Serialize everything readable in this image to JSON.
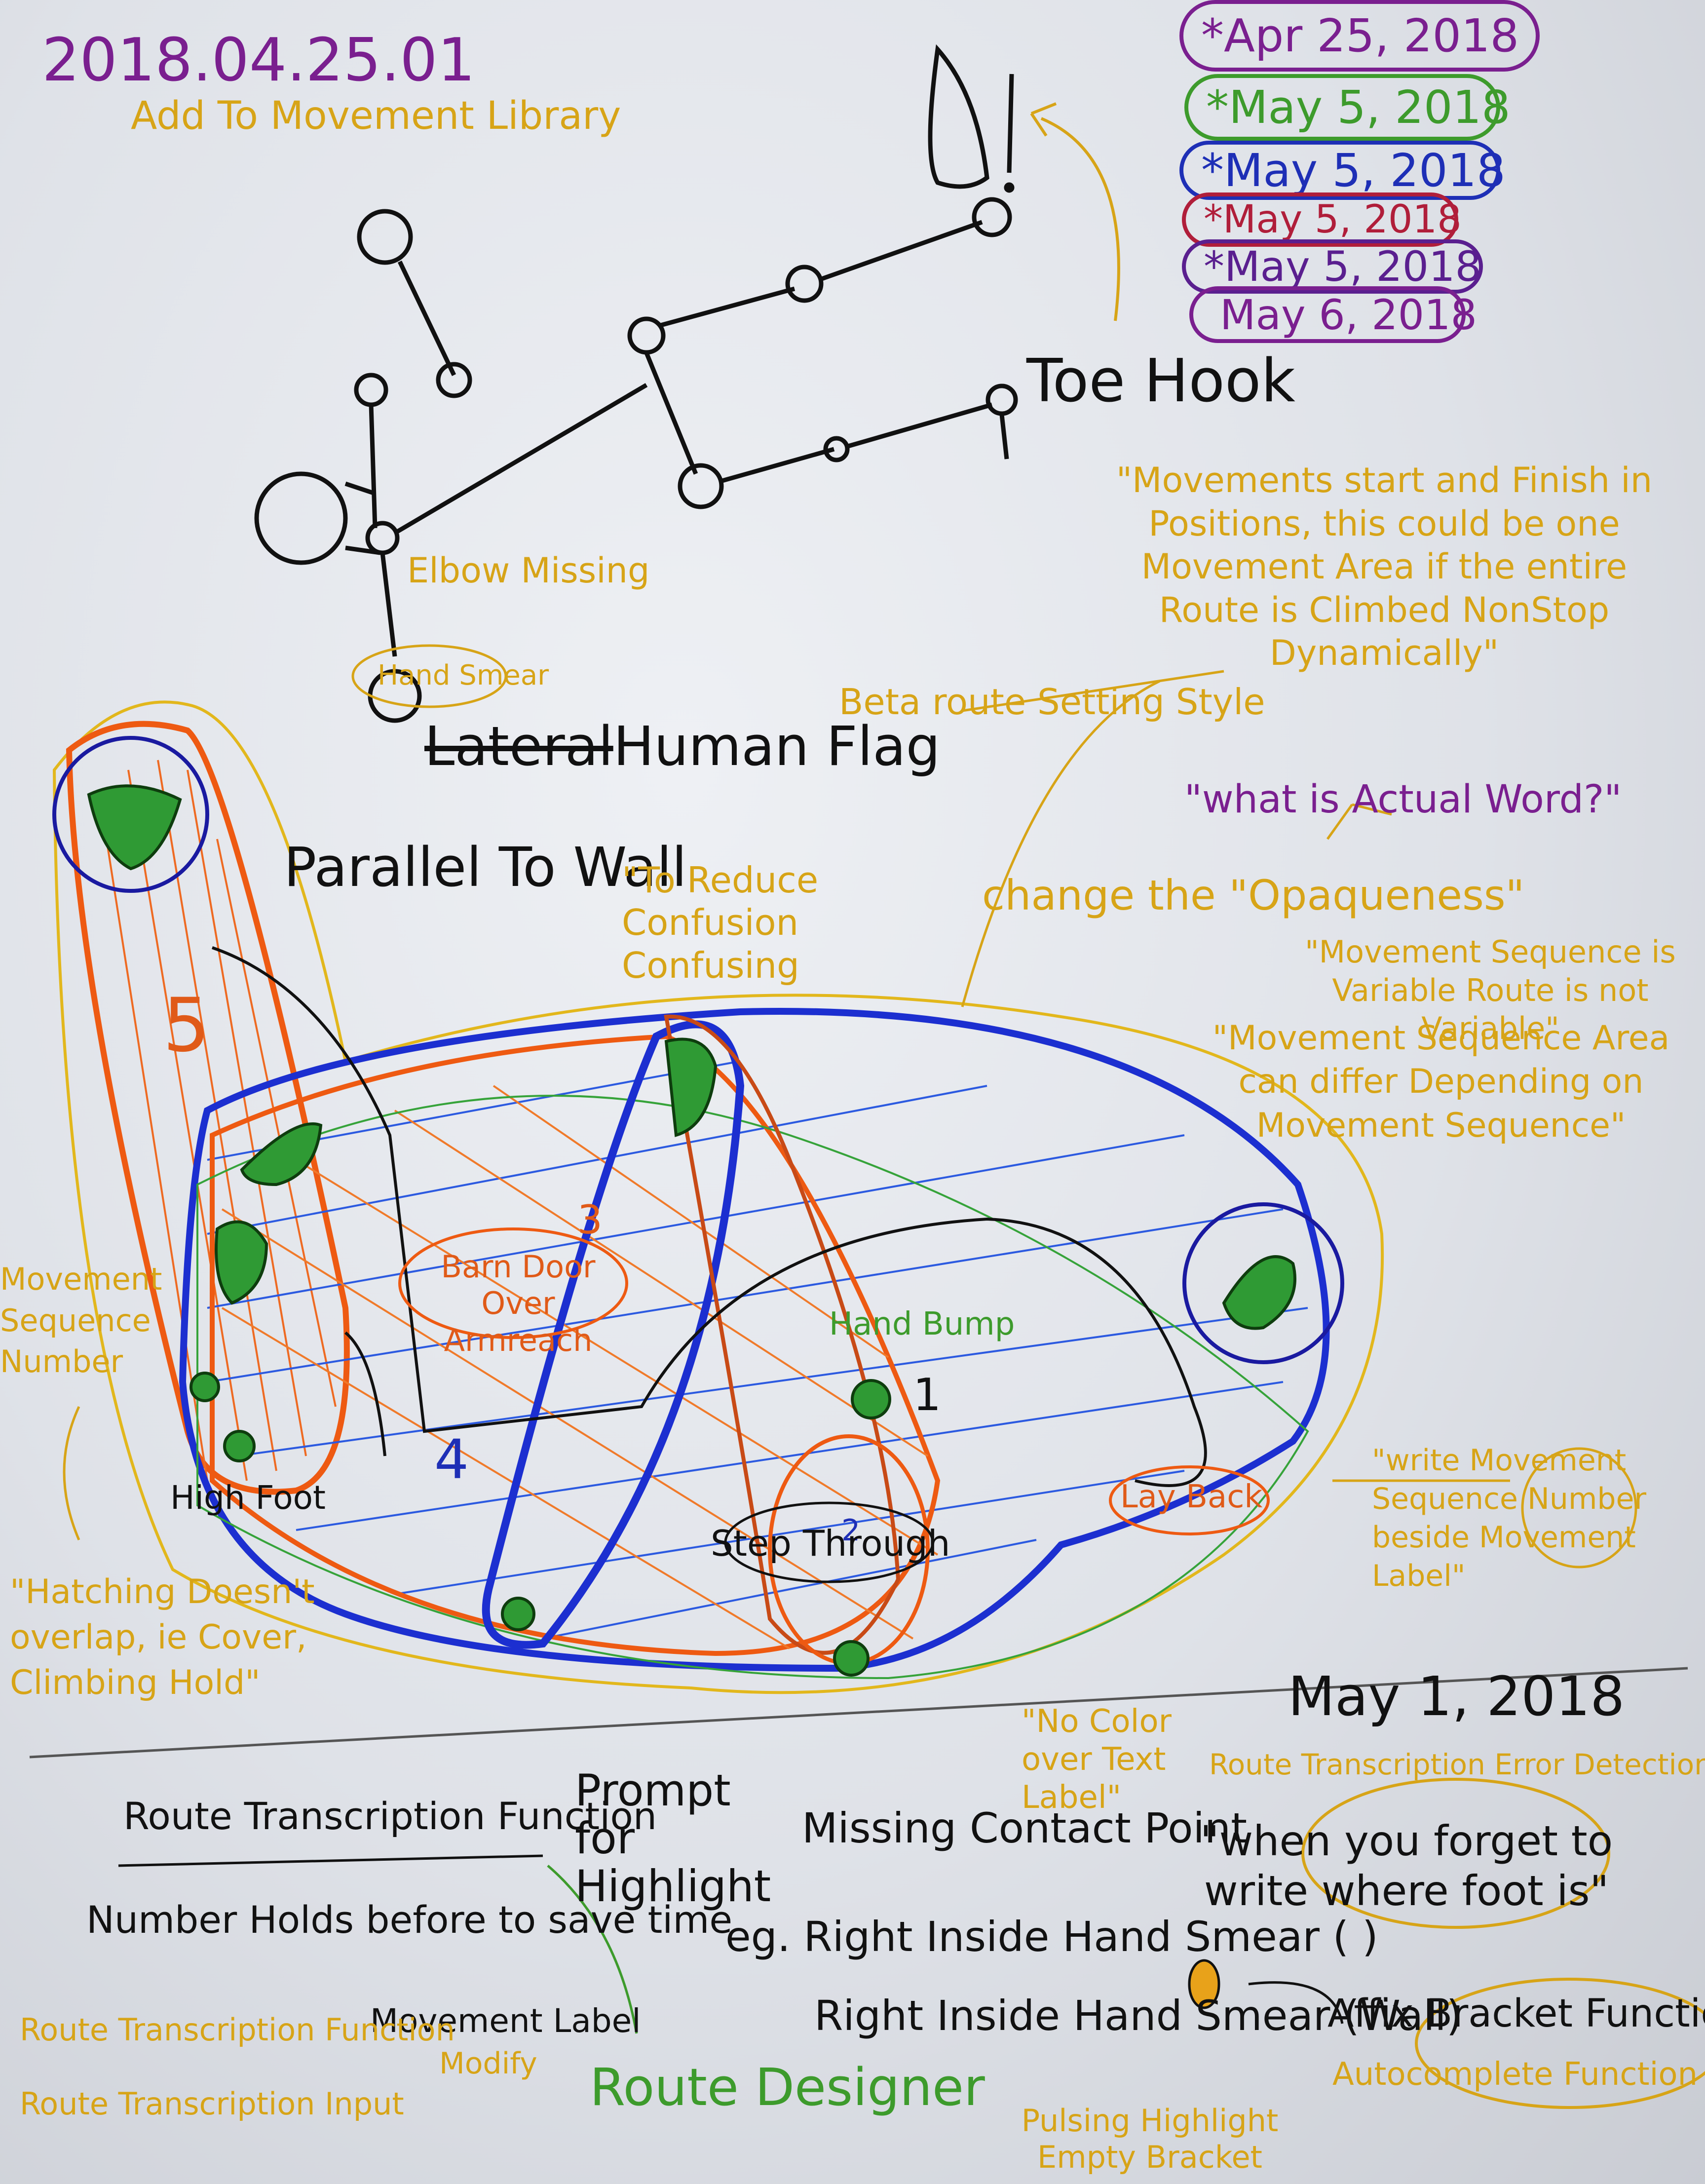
{
  "header": {
    "id": "2018.04.25.01",
    "subtitle": "Add To Movement Library"
  },
  "revision_dates": [
    {
      "text": "*Apr 25, 2018",
      "color": "#7a1f8f"
    },
    {
      "text": "*May 5, 2018",
      "color": "#3d9b2c"
    },
    {
      "text": "*May 5, 2018",
      "color": "#1e2fb6"
    },
    {
      "text": "*May 5, 2018",
      "color": "#b01e3a"
    },
    {
      "text": "*May 5, 2018",
      "color": "#5a1f8f"
    },
    {
      "text": "May 6, 2018",
      "color": "#7a1f8f"
    }
  ],
  "figure_sketch": {
    "title_strike": "Lateral",
    "title": "Human Flag",
    "toe_hook": "Toe Hook",
    "elbow_note": "Elbow Missing",
    "hand_smear": "Hand Smear",
    "exclaim": "!",
    "beta_style": "Beta route Setting Style",
    "quote_movements": "\"Movements start and Finish in Positions, this could be one Movement Area if the entire Route is Climbed NonStop Dynamically\""
  },
  "route_sketch": {
    "parallel_to_wall": "Parallel To Wall",
    "reduce_confusion": "\"To Reduce Confusion Confusing",
    "change_opaqueness": "change the \"Opaqueness\"",
    "actual_word": "\"what is Actual Word?\"",
    "variable_note": "\"Movement Sequence is Variable Route is not Variable\"",
    "area_note": "\"Movement Sequence Area can differ Depending on Movement Sequence\"",
    "seq_number": "Movement Sequence Number",
    "barn_door": "Barn Door Over Armreach",
    "barn_door_num": "3",
    "hand_bump": "Hand Bump",
    "hand_bump_num": "2",
    "lay_back": "Lay Back",
    "step_through": "Step Through",
    "high_foot": "High Foot",
    "num_1": "1",
    "num_4": "4",
    "num_5": "5",
    "write_seq": "\"write Movement Sequence Number beside Movement Label\"",
    "hatching": "\"Hatching Doesn't overlap, ie Cover, Climbing Hold\"",
    "no_color": "\"No Color over Text Label\""
  },
  "notes": {
    "date": "May 1, 2018",
    "route_fn": "Route Transcription Function",
    "prompt": "Prompt for Highlight",
    "missing": "Missing Contact Point",
    "error_detection": "Route Transcription Error Detection",
    "forget_quote": "\"when you forget to write where foot is\"",
    "number_holds": "Number Holds before to save time",
    "movement_label": "Movement Label",
    "modify": "Modify",
    "rt_function": "Route Transcription Function",
    "rt_input": "Route Transcription Input",
    "route_designer": "Route Designer",
    "example1": "eg. Right Inside Hand Smear ( )",
    "example2": "Right Inside Hand Smear (Wall)",
    "affix": "Affix Bracket Function",
    "autocomplete": "Autocomplete Function",
    "pulsing": "Pulsing Highlight Empty Bracket"
  }
}
